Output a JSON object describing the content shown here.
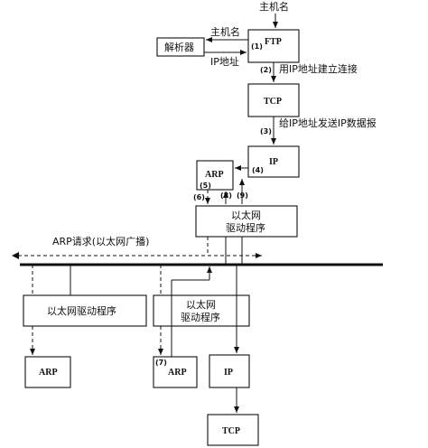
{
  "labels": {
    "hostname_top": "主机名",
    "hostname_left": "主机名",
    "ip_address": "IP地址",
    "connect_by_ip": "用IP地址建立连接",
    "send_ip_datagram": "给IP地址发送IP数据报",
    "arp_request": "ARP请求(以太网广播)"
  },
  "boxes": {
    "ftp": "FTP",
    "resolver": "解析器",
    "tcp_top": "TCP",
    "ip_top": "IP",
    "arp_top": "ARP",
    "eth_driver_top_line1": "以太网",
    "eth_driver_top_line2": "驱动程序",
    "eth_driver_left": "以太网驱动程序",
    "eth_driver_mid_line1": "以太网",
    "eth_driver_mid_line2": "驱动程序",
    "arp_left": "ARP",
    "arp_mid": "ARP",
    "ip_bottom": "IP",
    "tcp_bottom": "TCP"
  },
  "steps": {
    "s1": "(1)",
    "s2": "(2)",
    "s3": "(3)",
    "s4": "(4)",
    "s5": "(5)",
    "s6": "(6)",
    "s7": "(7)",
    "s8": "(8)",
    "s9": "(9)"
  }
}
